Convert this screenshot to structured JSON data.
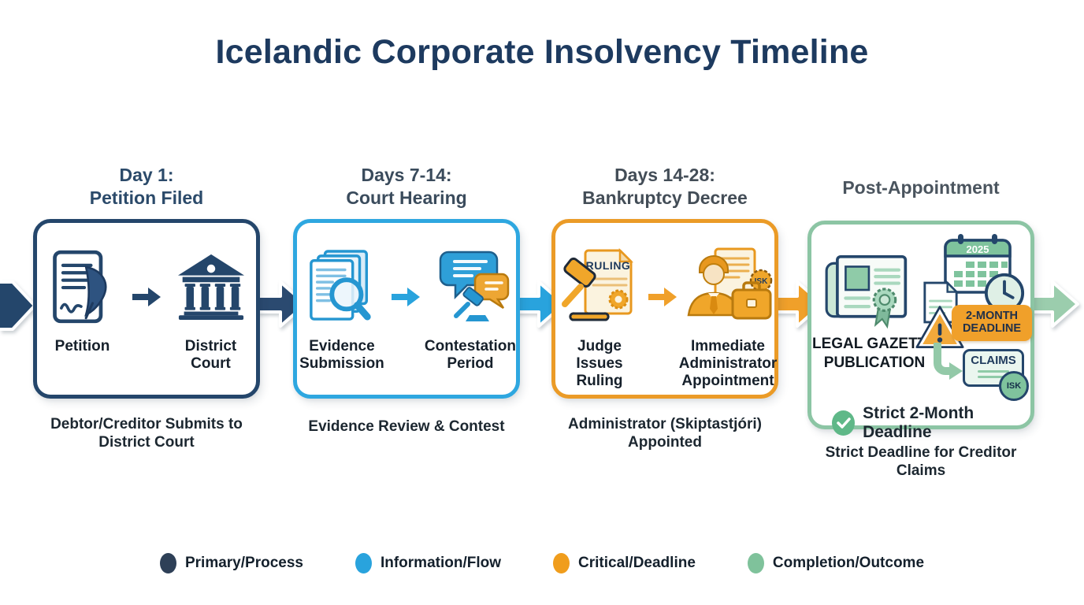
{
  "title": "Icelandic Corporate Insolvency Timeline",
  "stages": [
    {
      "header_line1": "Day 1:",
      "header_line2": "Petition Filed",
      "item1_label": "Petition",
      "item2_label": "District Court",
      "caption": "Debtor/Creditor Submits to District Court",
      "color": "#24466B"
    },
    {
      "header_line1": "Days 7-14:",
      "header_line2": "Court Hearing",
      "item1_label": "Evidence Submission",
      "item2_label": "Contestation Period",
      "caption": "Evidence Review & Contest",
      "color": "#2EA7E0"
    },
    {
      "header_line1": "Days 14-28:",
      "header_line2": "Bankruptcy Decree",
      "item1_label": "Judge Issues Ruling",
      "item2_label": "Immediate Administrator Appointment",
      "caption": "Administrator (Skiptastjóri) Appointed",
      "ruling_doc_text": "RULING",
      "isk_gear_text": "ISK",
      "color": "#EB9B27"
    },
    {
      "header_line1": "Post-Appointment",
      "gazette_label": "LEGAL GAZETTE PUBLICATION",
      "calendar_year": "2025",
      "deadline_badge": "2-MONTH DEADLINE",
      "claims_label": "CLAIMS",
      "isk_coin_text": "ISK",
      "deadline_note": "Strict 2-Month Deadline",
      "caption": "Strict Deadline for Creditor Claims",
      "color": "#8CC5A4"
    }
  ],
  "legend": [
    {
      "label": "Primary/Process",
      "color": "#2E4057"
    },
    {
      "label": "Information/Flow",
      "color": "#29A3DD"
    },
    {
      "label": "Critical/Deadline",
      "color": "#F09D1C"
    },
    {
      "label": "Completion/Outcome",
      "color": "#7FC29B"
    }
  ]
}
